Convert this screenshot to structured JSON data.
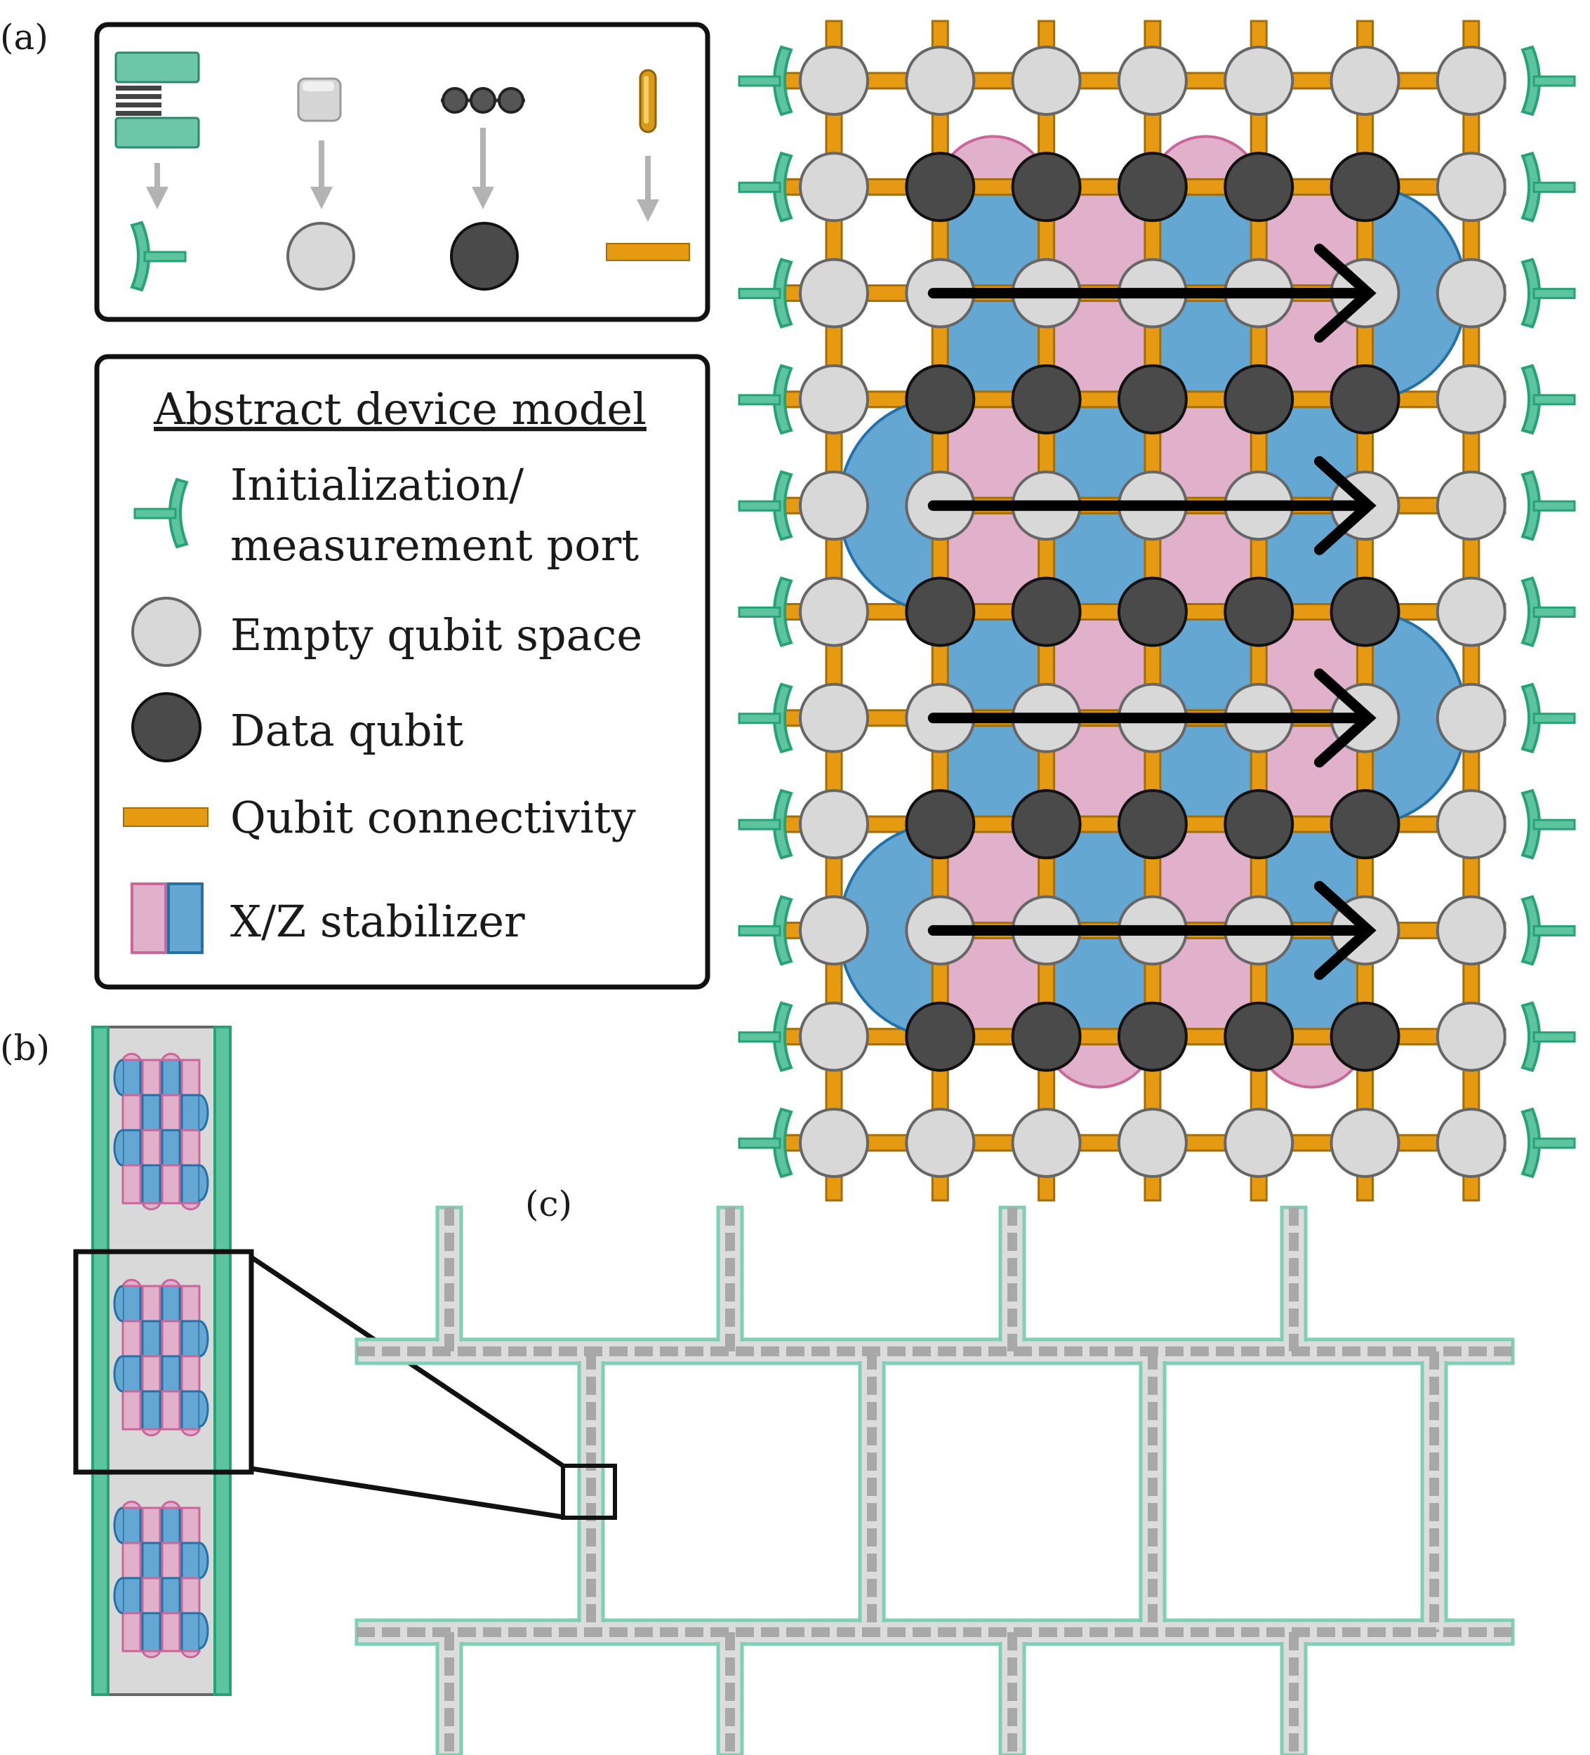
{
  "panel_labels": {
    "a": "(a)",
    "b": "(b)",
    "c": "(c)"
  },
  "legend": {
    "title": "Abstract device model",
    "port_line1": "Initialization/",
    "port_line2": "measurement port",
    "empty": "Empty qubit space",
    "data": "Data qubit",
    "connectivity": "Qubit connectivity",
    "stabilizer": "X/Z stabilizer"
  },
  "grid": {
    "columns": 7,
    "rows": 11,
    "data_qubit_rows": [
      1,
      3,
      5,
      7,
      9
    ],
    "data_qubit_columns": [
      1,
      2,
      3,
      4,
      5
    ],
    "arrow_rows": [
      2,
      4,
      6,
      8
    ]
  },
  "colors": {
    "port": "#27a274",
    "port_fill": "#5dc4a0",
    "empty_qubit": "#d8d8d8",
    "data_qubit": "#4a4a4a",
    "connectivity": "#e59a12",
    "x_stabilizer": "#e1b0cb",
    "z_stabilizer": "#63a7d2",
    "channel": "#7fcfb3",
    "channel_fill": "#dcdcdc",
    "dash": "#a8a8a8"
  },
  "icons": {
    "physical_port": "trap-electrode-icon",
    "physical_empty": "empty-site-chip-icon",
    "physical_data": "ion-chain-icon",
    "physical_link": "shuttle-link-icon"
  }
}
